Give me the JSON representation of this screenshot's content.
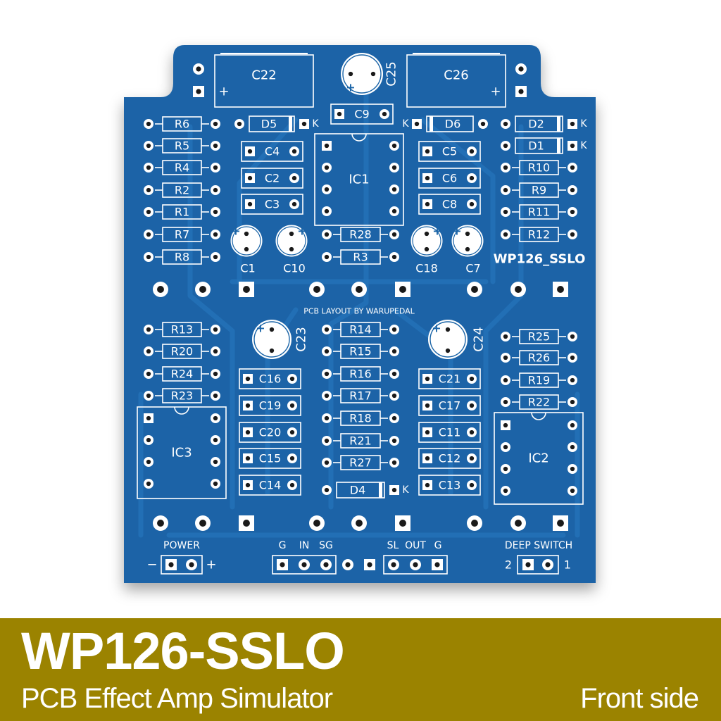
{
  "board": {
    "name_label": "WP126_SSLO",
    "credit": "PCB LAYOUT BY WARUPEDAL",
    "colors": {
      "board": "#1a64a7",
      "copper": "#2575bb",
      "silk": "#ffffff",
      "pad": "#ffffff",
      "hole": "#1a1a1a",
      "banner": "#9b8300"
    },
    "resistors": [
      "R6",
      "R5",
      "R4",
      "R2",
      "R1",
      "R7",
      "R8",
      "R10",
      "R9",
      "R11",
      "R12",
      "R28",
      "R3",
      "R13",
      "R20",
      "R24",
      "R23",
      "R14",
      "R15",
      "R16",
      "R17",
      "R18",
      "R21",
      "R27",
      "R25",
      "R26",
      "R19",
      "R22"
    ],
    "film_caps": [
      "C4",
      "C2",
      "C3",
      "C5",
      "C6",
      "C8",
      "C16",
      "C19",
      "C20",
      "C15",
      "C14",
      "C21",
      "C17",
      "C11",
      "C12",
      "C13",
      "C9"
    ],
    "electrolytic_caps": [
      "C22",
      "C25",
      "C26",
      "C1",
      "C10",
      "C18",
      "C7",
      "C23",
      "C24"
    ],
    "diodes": [
      "D5",
      "D6",
      "D2",
      "D1",
      "D4"
    ],
    "diode_mark": "K",
    "ics": [
      "IC1",
      "IC2",
      "IC3"
    ],
    "connectors": {
      "power": {
        "label": "POWER",
        "minus": "−",
        "plus": "+"
      },
      "input": {
        "g": "G",
        "in": "IN",
        "sg": "SG"
      },
      "output": {
        "sl": "SL",
        "out": "OUT",
        "g": "G"
      },
      "switch": {
        "label": "DEEP SWITCH",
        "left": "2",
        "right": "1"
      }
    },
    "polarity_plus": "+"
  },
  "banner": {
    "title": "WP126-SSLO",
    "subtitle": "PCB Effect Amp Simulator",
    "side": "Front side"
  }
}
